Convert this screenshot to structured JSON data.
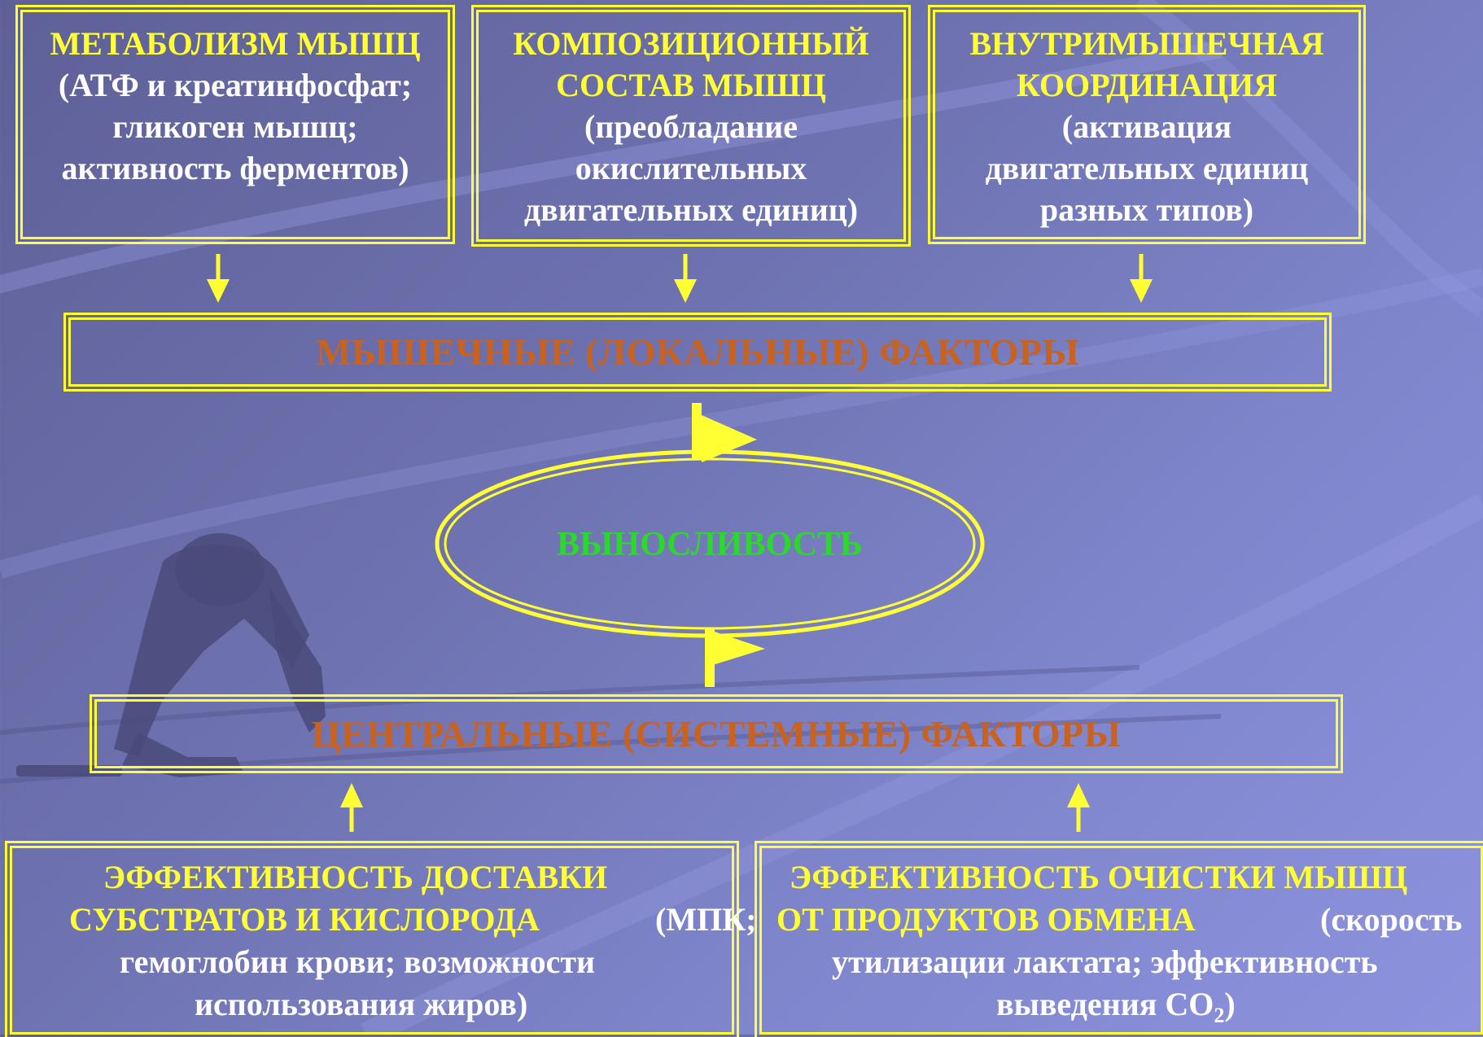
{
  "colors": {
    "accent": "#ffff33",
    "band_text": "#c8621e",
    "center_text": "#2bd82b",
    "body_text": "#ffffff"
  },
  "top_boxes": [
    {
      "title_lines": [
        "МЕТАБОЛИЗМ МЫШЦ"
      ],
      "detail_lines": [
        "(АТФ и креатинфосфат;",
        "гликоген мышц;",
        "активность ферментов)"
      ]
    },
    {
      "title_lines": [
        "КОМПОЗИЦИОННЫЙ",
        "СОСТАВ МЫШЦ"
      ],
      "detail_lines": [
        "(преобладание",
        "окислительных",
        "двигательных единиц)"
      ]
    },
    {
      "title_lines": [
        "ВНУТРИМЫШЕЧНАЯ",
        "КООРДИНАЦИЯ"
      ],
      "detail_lines": [
        "(активация",
        "двигательных единиц",
        "разных типов)"
      ]
    }
  ],
  "muscle_factors_label": "МЫШЕЧНЫЕ (ЛОКАЛЬНЫЕ) ФАКТОРЫ",
  "center_label": "ВЫНОСЛИВОСТЬ",
  "central_factors_label": "ЦЕНТРАЛЬНЫЕ (СИСТЕМНЫЕ) ФАКТОРЫ",
  "bottom_left": {
    "title_line1": "ЭФФЕКТИВНОСТЬ ДОСТАВКИ",
    "title_line2": "СУБСТРАТОВ И КИСЛОРОДА",
    "detail_line2_tail": "(МПК;",
    "detail_line3": "гемоглобин крови; возможности",
    "detail_line4": "использования жиров)"
  },
  "bottom_right": {
    "title_line1": "ЭФФЕКТИВНОСТЬ ОЧИСТКИ МЫШЦ",
    "title_line2": "ОТ ПРОДУКТОВ ОБМЕНА",
    "detail_line2_tail": "(скорость",
    "detail_line3": "утилизации лактата; эффективность",
    "detail_line4_prefix": "выведения СО",
    "detail_line4_sub": "2",
    "detail_line4_suffix": ")"
  }
}
